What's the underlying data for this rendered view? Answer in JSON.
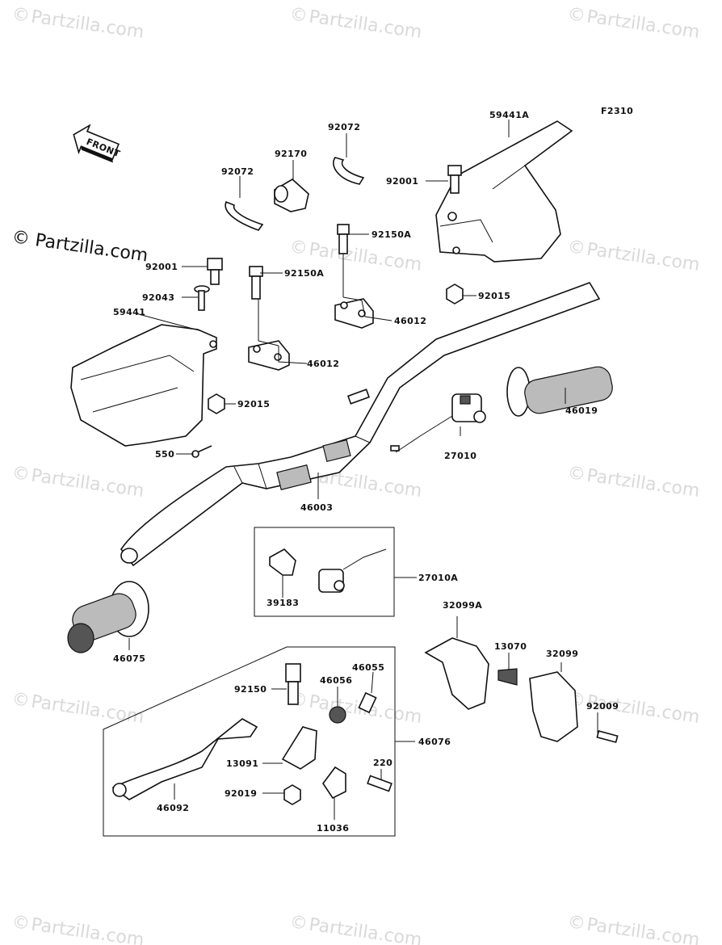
{
  "diagram_code": "F2310",
  "front_label": "FRONT",
  "watermark": {
    "copyright": "©",
    "text": "Partzilla.com",
    "prominent": "© Partzilla.com"
  },
  "parts": {
    "p59441A": "59441A",
    "p92072_right": "92072",
    "p92170": "92170",
    "p92072_left": "92072",
    "p92001_right": "92001",
    "p92150A_right": "92150A",
    "p92001_left": "92001",
    "p92150A_left": "92150A",
    "p92043": "92043",
    "p59441": "59441",
    "p46012_right": "46012",
    "p92015_right": "92015",
    "p46012_left": "46012",
    "p92015_left": "92015",
    "p46019": "46019",
    "p550": "550",
    "p27010": "27010",
    "p46003": "46003",
    "p27010A": "27010A",
    "p39183": "39183",
    "p32099A": "32099A",
    "p13070": "13070",
    "p32099": "32099",
    "p46075": "46075",
    "p46055": "46055",
    "p46056": "46056",
    "p92150": "92150",
    "p92009": "92009",
    "p46076": "46076",
    "p13091": "13091",
    "p220": "220",
    "p92019": "92019",
    "p46092": "46092",
    "p11036": "11036"
  }
}
